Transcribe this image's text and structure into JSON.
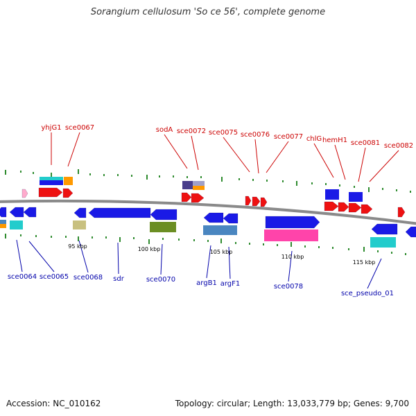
{
  "title": "Sorangium cellulosum 'So ce 56', complete genome",
  "footer": {
    "accession": "Accession: NC_010162",
    "topology": "Topology: circular; Length: 13,033,779 bp; Genes: 9,700"
  },
  "colors": {
    "backbone": "#8a8a8a",
    "tick": "#2e8b2e",
    "label_top": "#cc0000",
    "label_bottom": "#0000aa",
    "blue": "#1a1ae6",
    "red": "#ee1111",
    "cyan": "#22cccc",
    "orange": "#ff9900",
    "pink": "#ff44aa",
    "olive": "#6b8e23",
    "steel": "#4a86c0",
    "khaki": "#c8c080",
    "purple": "#483d8b",
    "lightpink": "#ffaacc"
  },
  "scale": {
    "ticks": [
      {
        "label": "95 kbp"
      },
      {
        "label": "100 kbp"
      },
      {
        "label": "105 kbp"
      },
      {
        "label": "110 kbp"
      },
      {
        "label": "115 kbp"
      }
    ]
  },
  "genes_top": [
    {
      "label": "yhjG1"
    },
    {
      "label": "sce0067"
    },
    {
      "label": "sodA"
    },
    {
      "label": "sce0072"
    },
    {
      "label": "sce0075"
    },
    {
      "label": "sce0076"
    },
    {
      "label": "sce0077"
    },
    {
      "label": "chlG"
    },
    {
      "label": "hemH1"
    },
    {
      "label": "sce0081"
    },
    {
      "label": "sce0082"
    }
  ],
  "genes_bottom": [
    {
      "label": "sce0064"
    },
    {
      "label": "sce0065"
    },
    {
      "label": "sce0068"
    },
    {
      "label": "sdr"
    },
    {
      "label": "sce0070"
    },
    {
      "label": "argB1"
    },
    {
      "label": "argF1"
    },
    {
      "label": "sce0078"
    },
    {
      "label": "sce_pseudo_01"
    }
  ]
}
